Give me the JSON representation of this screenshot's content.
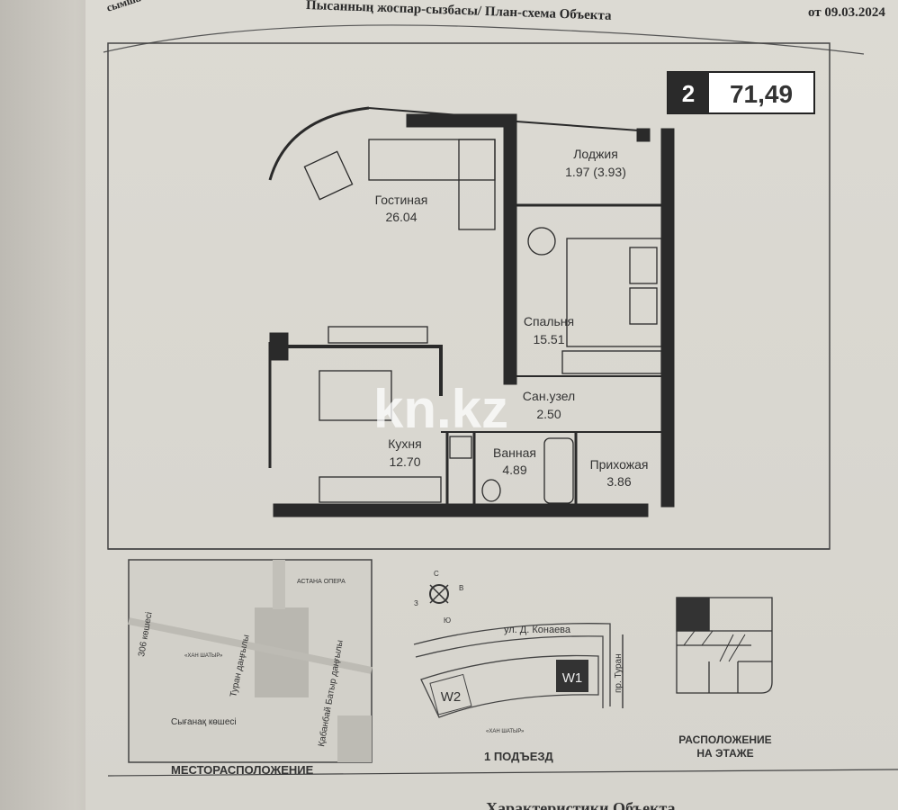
{
  "header": {
    "left_fragment": "сымша",
    "title": "Пысанның жоспар-сызбасы/ План-схема Объекта",
    "date": "от 09.03.2024"
  },
  "badge": {
    "rooms": "2",
    "area": "71,49"
  },
  "rooms": [
    {
      "name": "Гостиная",
      "area": "26.04"
    },
    {
      "name": "Лоджия",
      "area": "1.97 (3.93)"
    },
    {
      "name": "Спальня",
      "area": "15.51"
    },
    {
      "name": "Сан.узел",
      "area": "2.50"
    },
    {
      "name": "Кухня",
      "area": "12.70"
    },
    {
      "name": "Ванная",
      "area": "4.89"
    },
    {
      "name": "Прихожая",
      "area": "3.86"
    }
  ],
  "watermark": "kn.kz",
  "location_map": {
    "caption": "МЕСТОРАСПОЛОЖЕНИЕ",
    "streets": [
      "306 көшесі",
      "Туран даңғылы",
      "Қабанбай Батыр даңғылы",
      "Сығанақ көшесі"
    ],
    "landmarks": [
      "АСТАНА ОПЕРА",
      "«ХАН ШАТЫР»"
    ]
  },
  "site_plan": {
    "compass": {
      "n": "С",
      "e": "В",
      "w": "З",
      "s": "Ю"
    },
    "street_top": "ул. Д. Конаева",
    "street_right": "пр. Туран",
    "block_w1": "W1",
    "block_w2": "W2",
    "landmark": "«ХАН ШАТЫР»",
    "caption": "1 ПОДЪЕЗД"
  },
  "floor_position": {
    "caption_line1": "РАСПОЛОЖЕНИЕ",
    "caption_line2": "НА ЭТАЖЕ"
  },
  "footer": {
    "next_section": "Характеристики Объекта"
  }
}
